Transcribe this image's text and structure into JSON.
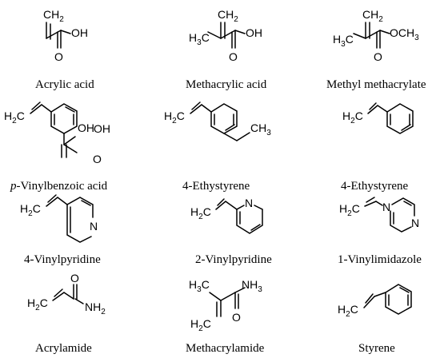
{
  "atoms": {
    "ch2": "CH",
    "h2": "H",
    "two": "2",
    "h3": "H",
    "three": "3",
    "c": "C",
    "oh": "OH",
    "och3": "OCH",
    "ch3": "CH",
    "o": "O",
    "n": "N",
    "nh2": "NH",
    "nh3": "NH"
  },
  "captions": {
    "acrylic_acid": "Acrylic acid",
    "methacrylic_acid": "Methacrylic acid",
    "methyl_methacrylate": "Methyl methacrylate",
    "vinylbenzoic_prefix": "p",
    "vinylbenzoic_rest": "-Vinylbenzoic acid",
    "ethystyrene_1": "4-Ethystyrene",
    "ethystyrene_2": "4-Ethystyrene",
    "vinylpyridine_4": "4-Vinylpyridine",
    "vinylpyridine_2": "2-Vinylpyridine",
    "vinylimidazole": "1-Vinylimidazole",
    "acrylamide": "Acrylamide",
    "methacrylamide": "Methacrylamide",
    "styrene": "Styrene"
  }
}
